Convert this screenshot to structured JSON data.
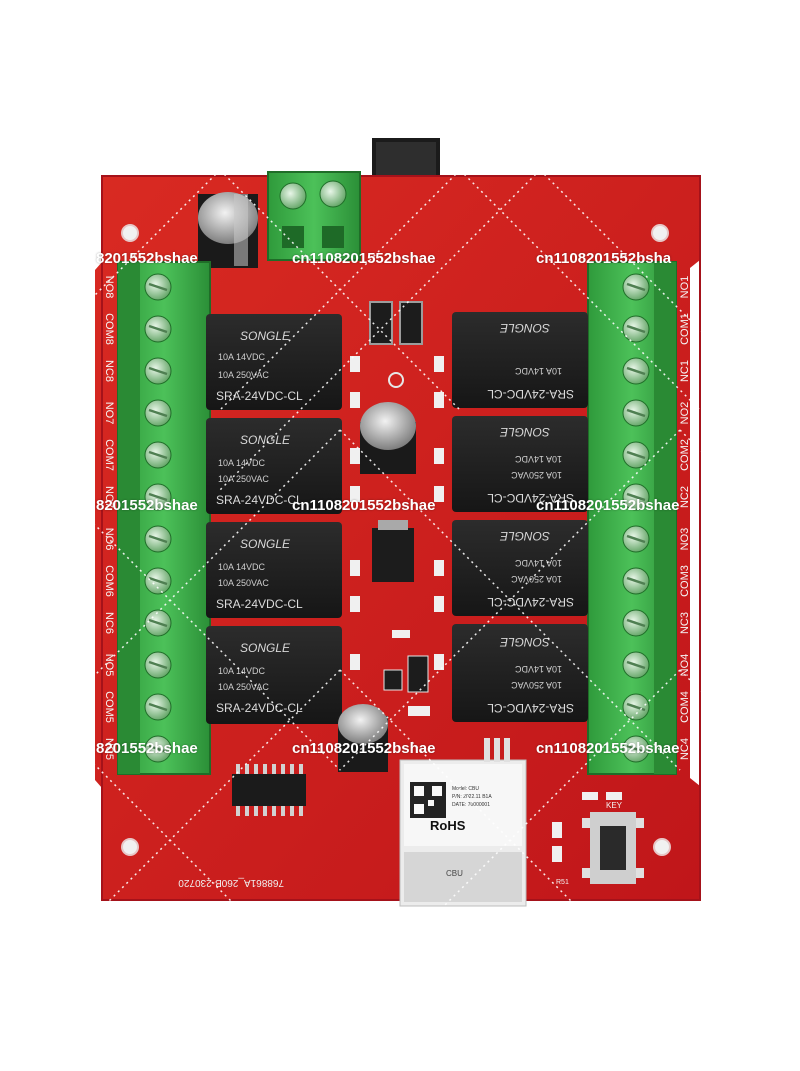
{
  "board": {
    "pcb_color": "#cc1f1f",
    "relay_model": "SRA-24VDC-CL",
    "relay_brand": "SONGLE",
    "relay_rating_1": "10A 14VDC",
    "relay_rating_2": "10A 250VAC",
    "module_cert": "RoHS",
    "module_name": "CBU",
    "module_lines": [
      "Model: CBU",
      "P/N: 2022.11 B1A",
      "DATE: 70000001"
    ],
    "pcb_code": "768861A_260B-230720",
    "button_label": "KEY",
    "resistor_label": "R51",
    "left_terminals": [
      "NO8",
      "COM8",
      "NC8",
      "NO7",
      "COM7",
      "NC7",
      "NO6",
      "COM6",
      "NC6",
      "NO5",
      "COM5",
      "NC5"
    ],
    "right_terminals": [
      "NO1",
      "COM1",
      "NC1",
      "NO2",
      "COM2",
      "NC2",
      "NO3",
      "COM3",
      "NC3",
      "NO4",
      "COM4",
      "NC4"
    ]
  },
  "watermark": {
    "text": "cn1108201552bshae",
    "left_partial": "8201552bshae",
    "right_partial": "cn1108201552bsha"
  }
}
